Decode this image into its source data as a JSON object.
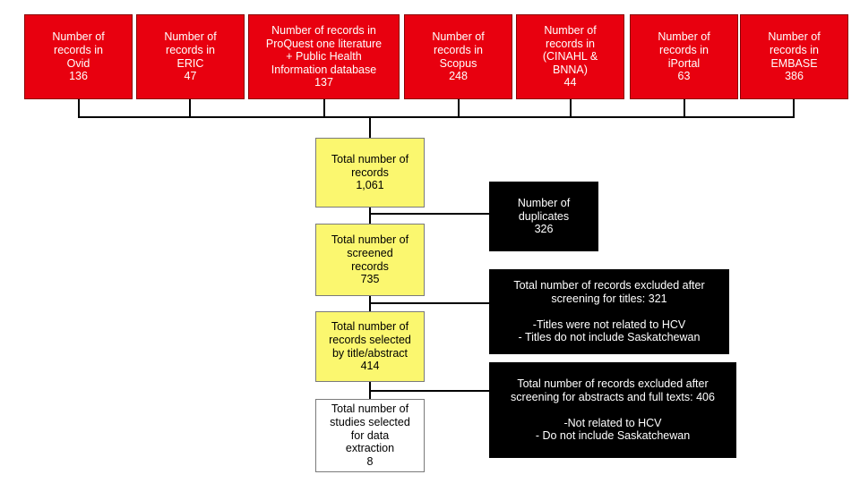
{
  "colors": {
    "source_fill": "#e8000f",
    "total_fill": "#fbf76f",
    "exclusion_fill": "#000000",
    "final_fill": "#ffffff",
    "connector": "#000000"
  },
  "sources": [
    {
      "text": "Number of\nrecords in\nOvid\n136"
    },
    {
      "text": "Number of\nrecords in\nERIC\n47"
    },
    {
      "text": "Number of records in\nProQuest one literature\n+ Public Health\nInformation database\n137"
    },
    {
      "text": "Number of\nrecords in\nScopus\n248"
    },
    {
      "text": "Number of\nrecords in\n(CINAHL &\nBNNA)\n44"
    },
    {
      "text": "Number of\nrecords in\niPortal\n63"
    },
    {
      "text": "Number of\nrecords in\nEMBASE\n386"
    }
  ],
  "flow": {
    "total_records": "Total number of\nrecords\n1,061",
    "duplicates": "Number of\nduplicates\n326",
    "screened": "Total number of\nscreened\nrecords\n735",
    "excluded_titles": "Total number of records excluded after\nscreening for  titles: 321\n\n-Titles were not related to HCV\n- Titles do not include Saskatchewan",
    "selected_abstract": "Total number of\nrecords selected\nby title/abstract\n414",
    "excluded_abstracts": "Total number of records excluded after\nscreening for  abstracts and full texts: 406\n\n-Not related to HCV\n- Do not include Saskatchewan",
    "final_studies": "Total number of\nstudies selected\nfor data\nextraction\n8"
  }
}
